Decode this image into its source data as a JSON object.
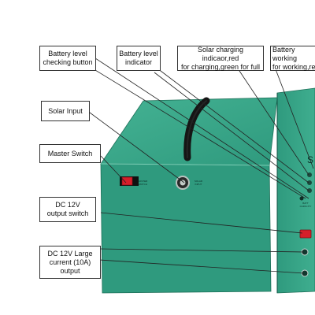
{
  "callouts": {
    "battery_check": "Battery level\nchecking button",
    "battery_indicator": "Battery level\nindicator",
    "solar_indicator": "Solar charging indicaor,red\nfor charging,green for full",
    "battery_working": "Battery working\nfor working,re",
    "solar_input": "Solar Input",
    "master_switch": "Master Switch",
    "dc_switch": "DC 12V\noutput switch",
    "dc_large": "DC 12V Large\ncurrent (10A)\noutput"
  },
  "device": {
    "master_switch_label": "MASTER\nSWITCH",
    "solar_input_label": "SOLAR\nINPUT",
    "batt_label": "BATT\nCAPACITY",
    "panel_letter": "S"
  },
  "colors": {
    "box_front": "#2f9a7e",
    "box_top": "#3aa78a",
    "box_side": "#258168",
    "panel": "#37a283",
    "rocker": "#d61f2a",
    "leader": "#222222"
  }
}
